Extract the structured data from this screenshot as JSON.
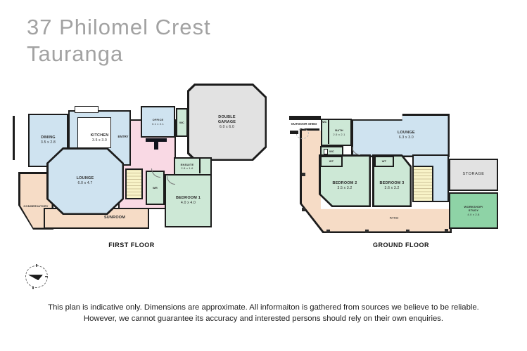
{
  "title": {
    "line1": "37 Philomel Crest",
    "line2": "Tauranga"
  },
  "first_floor": {
    "caption": "FIRST FLOOR",
    "rooms": {
      "dining": {
        "label": "DINING",
        "dims": "3.5 x 2.8"
      },
      "kitchen": {
        "label": "KITCHEN",
        "dims": "3.5 x 3.0"
      },
      "entry": {
        "label": "ENTRY"
      },
      "office": {
        "label": "OFFICE",
        "dims": "3.1 x 2.1"
      },
      "wc": {
        "label": "WC"
      },
      "garage": {
        "label": "DOUBLE",
        "label2": "GARAGE",
        "dims": "6.0 x 6.0"
      },
      "ensuite": {
        "label": "ENSUITE",
        "dims": "2.8 x 1.6"
      },
      "wardrobe": {
        "label": "WR"
      },
      "bedroom1": {
        "label": "BEDROOM 1",
        "dims": "4.0 x 4.0"
      },
      "lounge": {
        "label": "LOUNGE",
        "dims": "6.0 x 4.7"
      },
      "conservatory": {
        "label": "CONSERVATORY"
      },
      "sunroom": {
        "label": "SUNROOM"
      }
    }
  },
  "ground_floor": {
    "caption": "GROUND FLOOR",
    "outdoor_shed_label": "OUTDOOR SHED",
    "rooms": {
      "bath": {
        "label": "BATH",
        "dims": "2.5 x 2.1"
      },
      "hwc": {
        "label": "HWC"
      },
      "wc": {
        "label": "WC"
      },
      "lounge": {
        "label": "LOUNGE",
        "dims": "6.3 x 3.0"
      },
      "wt1": {
        "label": "WT"
      },
      "wt2": {
        "label": "WT"
      },
      "bedroom2": {
        "label": "BEDROOM 2",
        "dims": "3.5 x 3.2"
      },
      "bedroom3": {
        "label": "BEDROOM 3",
        "dims": "3.6 x 3.2"
      },
      "storage": {
        "label": "STORAGE"
      },
      "workshop": {
        "label": "WORKSHOP/",
        "label2": "STUDY",
        "dims": "4.0 x 2.8"
      },
      "patio": {
        "label": "PATIO"
      }
    }
  },
  "disclaimer": {
    "line1": "This plan is indicative only. Dimensions are approximate. All informaiton is gathered from sources we believe to be reliable.",
    "line2": "However, we cannot guarantee its accuracy and interested persons should rely on their own enquiries."
  },
  "colors": {
    "wall": "#1c1c1c",
    "room_blue": "#cfe3f0",
    "room_green": "#cde8d6",
    "room_green_dark": "#8ed3a6",
    "room_pink": "#f9d9e4",
    "room_peach": "#f6dcc6",
    "room_gray": "#e2e2e2",
    "stairs_yellow": "#f8f3c8",
    "title_gray": "#a2a2a2"
  }
}
